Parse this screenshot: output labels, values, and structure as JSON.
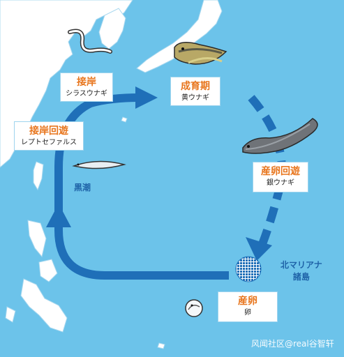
{
  "colors": {
    "sea": "#6cc3ea",
    "land": "#ffffff",
    "arrow": "#1f6fb8",
    "stage_title": "#e8761e",
    "label_text": "#1f63a8"
  },
  "stages": {
    "coastal_arrival": {
      "title": "接岸",
      "subtitle": "シラスウナギ"
    },
    "growth": {
      "title": "成育期",
      "subtitle": "黄ウナギ"
    },
    "spawning_migration": {
      "title": "産卵回遊",
      "subtitle": "銀ウナギ"
    },
    "spawning": {
      "title": "産卵",
      "subtitle": "卵"
    },
    "coastal_migration": {
      "title": "接岸回遊",
      "subtitle": "レプトセファルス"
    }
  },
  "map_labels": {
    "current": "黒潮",
    "islands_line1": "北マリアナ",
    "islands_line2": "諸島"
  },
  "watermark": "风闻社区@real谷智轩"
}
